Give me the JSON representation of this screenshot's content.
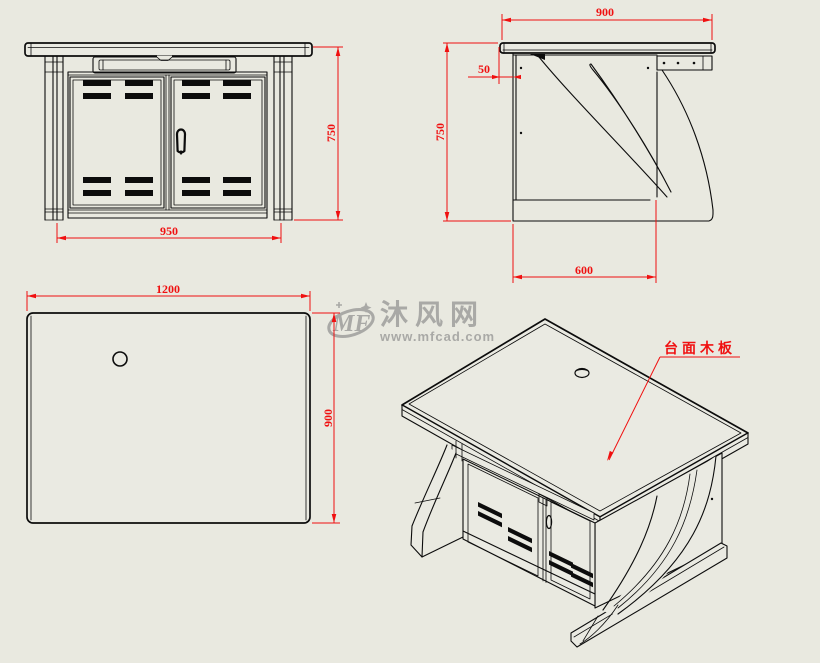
{
  "colors": {
    "background": "#e9e9e0",
    "line": "#0c0c0c",
    "dimension": "#f01010",
    "watermark_gray": "#a9a9a6"
  },
  "views": {
    "front_view": {
      "dims": {
        "width": "950",
        "height": "750"
      }
    },
    "side_view": {
      "dims": {
        "depth_top": "900",
        "overhang": "50",
        "height": "750",
        "depth_bottom": "600"
      }
    },
    "top_view": {
      "dims": {
        "width": "1200",
        "depth": "900"
      }
    },
    "iso_view": {
      "annotation": "台面木板"
    }
  },
  "watermark": {
    "logo": "MF",
    "brand": "沐风网",
    "url": "www.mfcad.com"
  }
}
